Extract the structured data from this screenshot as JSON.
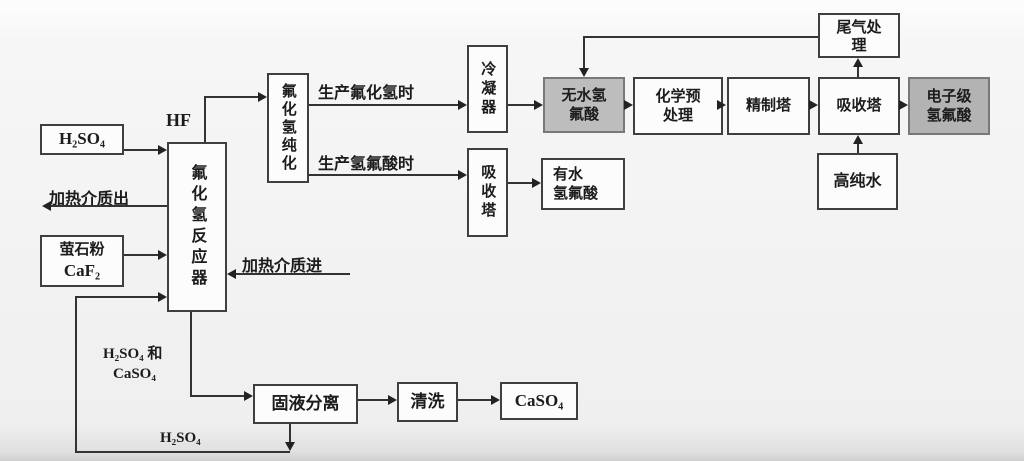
{
  "boxes": {
    "h2so4": {
      "label": "H₂SO₄"
    },
    "fluorite": {
      "line1": "萤石粉",
      "line2": "CaF₂"
    },
    "reactor": {
      "label": "氟化氢反应器"
    },
    "purifier": {
      "label": "氟化氢纯化"
    },
    "condenser": {
      "label": "冷凝器"
    },
    "absorber1": {
      "label": "吸收塔"
    },
    "aqueous_hf": {
      "line1": "有水",
      "line2": "氢氟酸"
    },
    "anhydrous_hf": {
      "line1": "无水氢",
      "line2": "氟酸"
    },
    "chem_pretreat": {
      "line1": "化学预",
      "line2": "处理"
    },
    "refining": {
      "label": "精制塔"
    },
    "absorber2": {
      "label": "吸收塔"
    },
    "electronic_hf": {
      "line1": "电子级",
      "line2": "氢氟酸"
    },
    "tail_gas": {
      "line1": "尾气处",
      "line2": "理"
    },
    "pure_water": {
      "label": "高纯水"
    },
    "solid_liquid": {
      "label": "固液分离"
    },
    "washing": {
      "label": "清洗"
    },
    "caso4": {
      "label": "CaSO₄"
    }
  },
  "labels": {
    "hf": "HF",
    "heating_out": "加热介质出",
    "heating_in": "加热介质进",
    "produce_hf_gas": "生产氟化氢时",
    "produce_hf_acid": "生产氢氟酸时",
    "h2so4_and": "H₂SO₄ 和",
    "caso4_stream": "CaSO₄",
    "h2so4_recycle": "H₂SO₄"
  },
  "colors": {
    "line": "#333333",
    "box_border": "#3f3f3f",
    "gray_fill": "#bdbdbd",
    "background": "#f2f2f2"
  }
}
